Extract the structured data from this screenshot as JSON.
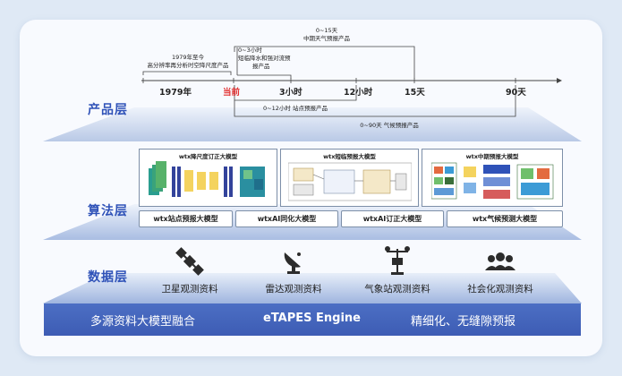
{
  "layers": {
    "product": "产品层",
    "algorithm": "算法层",
    "data": "数据层"
  },
  "timeline": {
    "ticks": [
      "1979年",
      "当前",
      "3小时",
      "12小时",
      "15天",
      "90天"
    ],
    "notes": {
      "reanalysis_l1": "1979年至今",
      "reanalysis_l2": "高分辨率再分析时空降尺度产品",
      "mid_l1": "0~15天",
      "mid_l2": "中期天气预报产品",
      "short_l1": "0~3小时",
      "short_l2": "短临降水和强对流预",
      "short_l3": "报产品",
      "station": "0~12小时 站点预报产品",
      "climate": "0~90天 气候预报产品"
    }
  },
  "panels": {
    "downscale": "wtx降尺度订正大模型",
    "nowcast": "wtx短临预报大模型",
    "medium": "wtx中期预报大模型"
  },
  "models": [
    "wtx站点预报大模型",
    "wtxAI同化大模型",
    "wtxAI订正大模型",
    "wtx气候预测大模型"
  ],
  "sources": [
    "卫星观测资料",
    "雷达观测资料",
    "气象站观测资料",
    "社会化观测资料"
  ],
  "icons": [
    "satellite-icon",
    "radar-icon",
    "weather-station-icon",
    "people-icon"
  ],
  "bottom": {
    "left": "多源资料大模型融合",
    "center": "eTAPES Engine",
    "right": "精细化、无缝隙预报"
  },
  "colors": {
    "layer_blue": "#2f52b8",
    "bar_blue": "#4265b9",
    "current_red": "#e23030"
  }
}
